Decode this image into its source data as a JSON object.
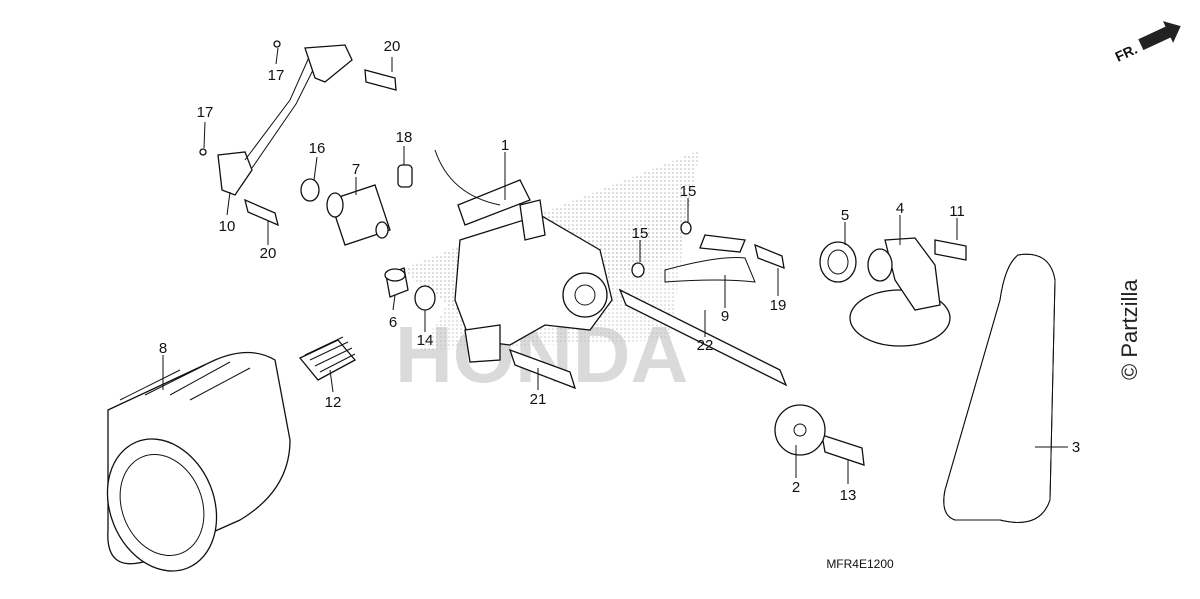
{
  "diagram": {
    "callouts": {
      "c1": "1",
      "c2": "2",
      "c3": "3",
      "c4": "4",
      "c5": "5",
      "c6": "6",
      "c7": "7",
      "c8": "8",
      "c9": "9",
      "c10": "10",
      "c11": "11",
      "c12": "12",
      "c13": "13",
      "c14": "14",
      "c15a": "15",
      "c15b": "15",
      "c16": "16",
      "c17a": "17",
      "c17b": "17",
      "c18": "18",
      "c19": "19",
      "c20a": "20",
      "c20b": "20",
      "c21": "21",
      "c22": "22"
    },
    "diagram_code": "MFR4E1200",
    "front_indicator": "FR.",
    "copyright": "© Partzilla",
    "watermark": "HONDA"
  }
}
